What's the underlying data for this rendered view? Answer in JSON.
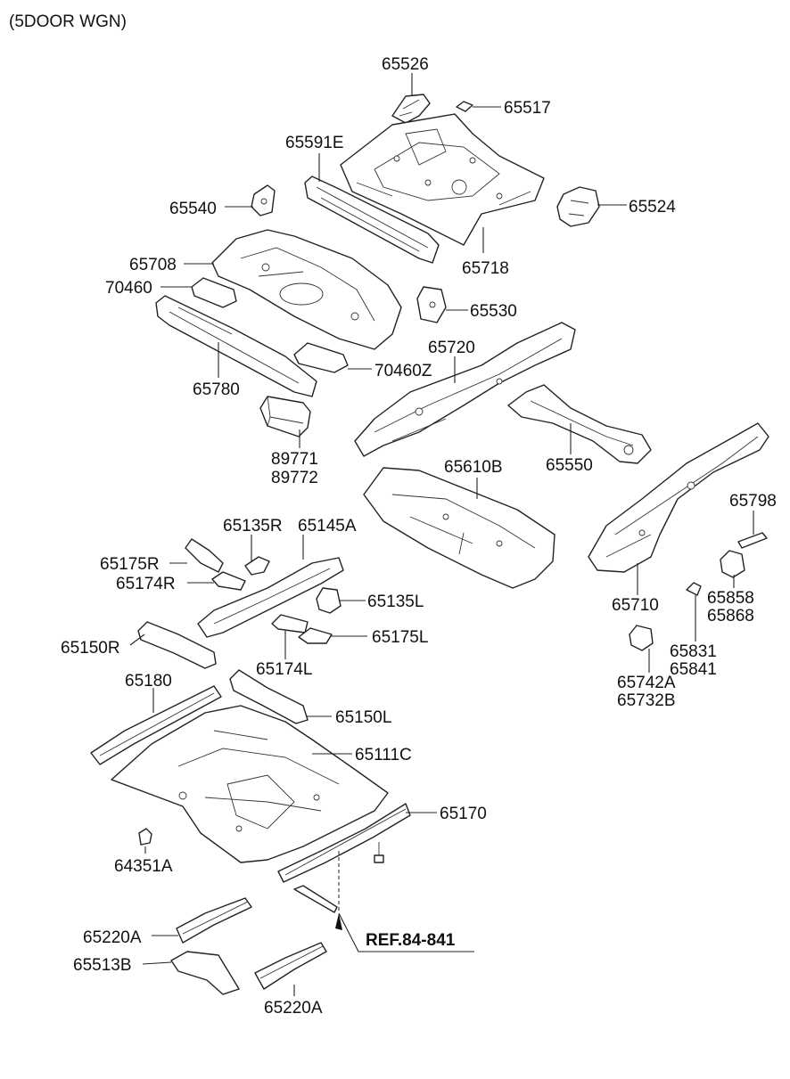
{
  "header": {
    "title": "(5DOOR WGN)"
  },
  "labels": {
    "p65526": "65526",
    "p65517": "65517",
    "p65591E": "65591E",
    "p65540": "65540",
    "p65524": "65524",
    "p65708": "65708",
    "p65718": "65718",
    "p70460": "70460",
    "p65530": "65530",
    "p65720": "65720",
    "p70460Z": "70460Z",
    "p65780": "65780",
    "p89771": "89771",
    "p89772": "89772",
    "p65610B": "65610B",
    "p65550": "65550",
    "p65798": "65798",
    "p65135R": "65135R",
    "p65145A": "65145A",
    "p65175R": "65175R",
    "p65174R": "65174R",
    "p65135L": "65135L",
    "p65710": "65710",
    "p65858": "65858",
    "p65868": "65868",
    "p65150R": "65150R",
    "p65175L": "65175L",
    "p65174L": "65174L",
    "p65831": "65831",
    "p65841": "65841",
    "p65742A": "65742A",
    "p65732B": "65732B",
    "p65180": "65180",
    "p65150L": "65150L",
    "p65111C": "65111C",
    "p65170": "65170",
    "p64351A": "64351A",
    "p65220A_top": "65220A",
    "p65513B": "65513B",
    "p65220A_bottom": "65220A",
    "ref": "REF.84-841"
  }
}
